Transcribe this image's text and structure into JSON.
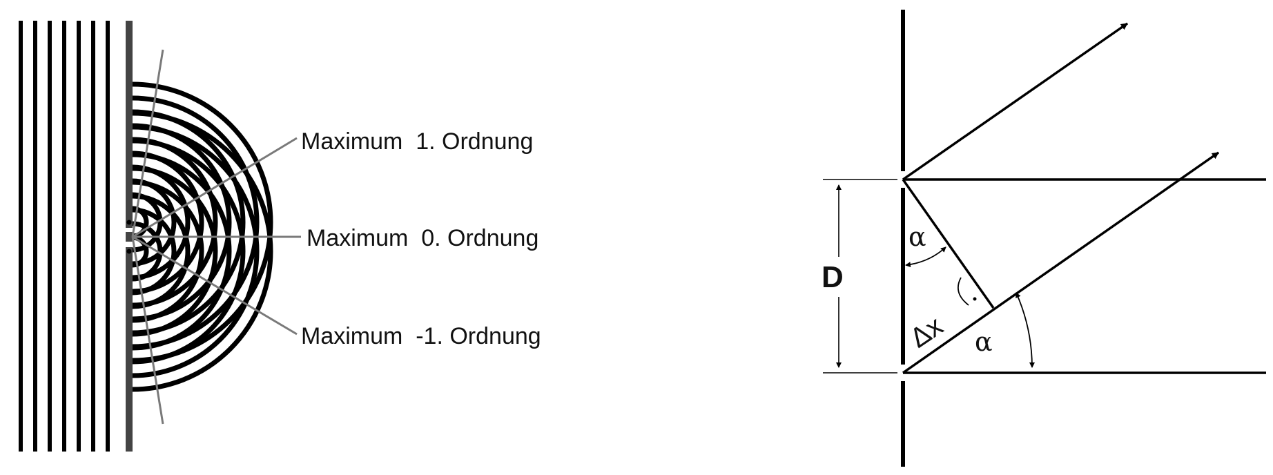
{
  "left_diagram": {
    "labels": {
      "max_plus1": "Maximum  1. Ordnung",
      "max_zero": "Maximum  0. Ordnung",
      "max_minus1": "Maximum  -1. Ordnung"
    }
  },
  "right_diagram": {
    "labels": {
      "spacing": "D",
      "angle_top": "α",
      "angle_bottom": "α",
      "path_difference": "Δx"
    }
  },
  "colors": {
    "ink": "#000000",
    "barrier": "#444444",
    "guide_lines": "#7a7a7a"
  }
}
